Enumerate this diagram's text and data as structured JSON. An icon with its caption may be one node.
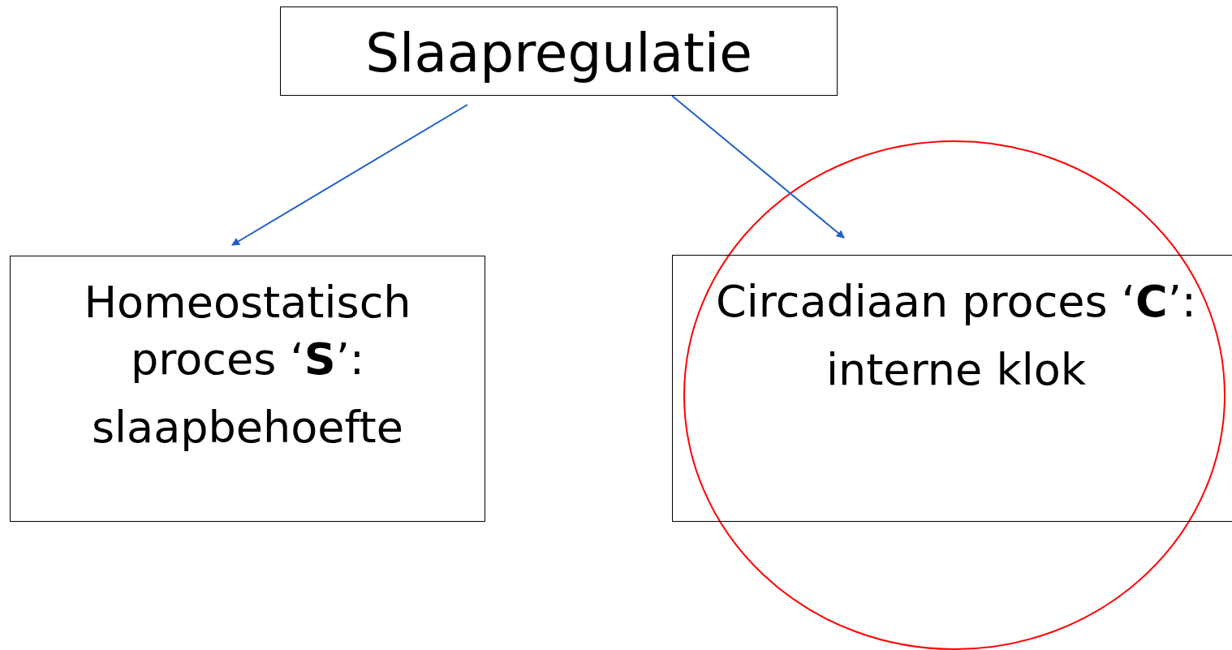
{
  "diagram": {
    "nodes": [
      {
        "text": [
          "Slaapregulatie"
        ]
      },
      {
        "text": [
          "Homeostatisch proces ‘**S**’:",
          "slaapbehoefte"
        ]
      },
      {
        "text": [
          "Circadiaan proces ‘**C**’:",
          "interne klok"
        ]
      }
    ],
    "edges": [
      {
        "from": 0,
        "to": 1,
        "arrow": "to"
      },
      {
        "from": 0,
        "to": 2,
        "arrow": "to"
      }
    ]
  }
}
